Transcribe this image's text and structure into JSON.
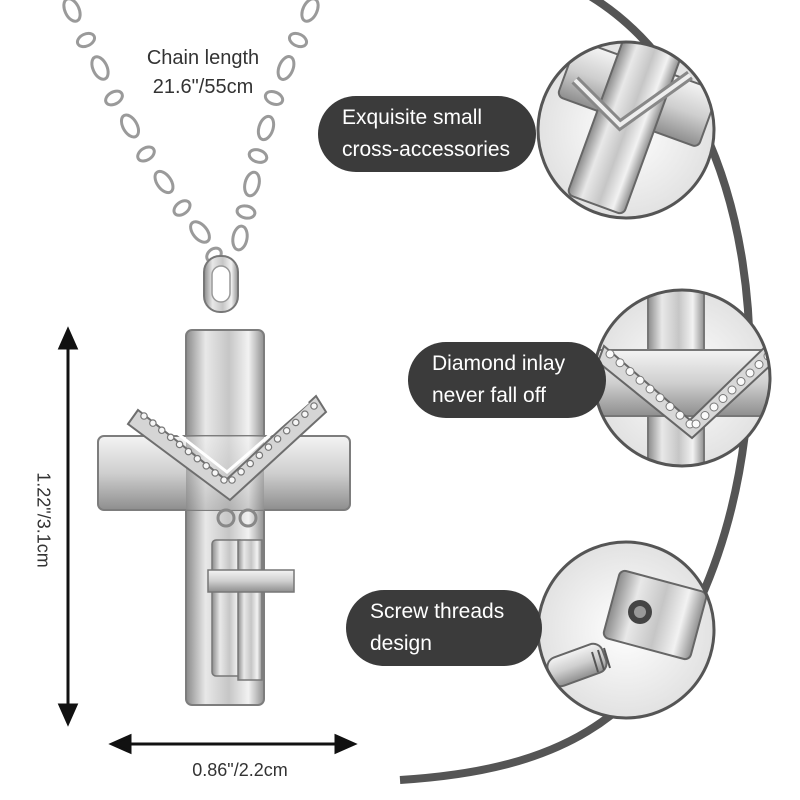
{
  "dimensions": {
    "chain_length": [
      "Chain length",
      "21.6\"/55cm"
    ],
    "height": "1.22\"/3.1cm",
    "width": "0.86\"/2.2cm"
  },
  "features": [
    {
      "lines": [
        "Exquisite small",
        "cross-accessories"
      ]
    },
    {
      "lines": [
        "Diamond inlay",
        "never fall off"
      ]
    },
    {
      "lines": [
        "Screw threads",
        "design"
      ]
    }
  ],
  "colors": {
    "label_bg": "#3b3b3b",
    "label_text": "#ffffff",
    "arc": "#555555",
    "steel": "#c8c8c8"
  }
}
